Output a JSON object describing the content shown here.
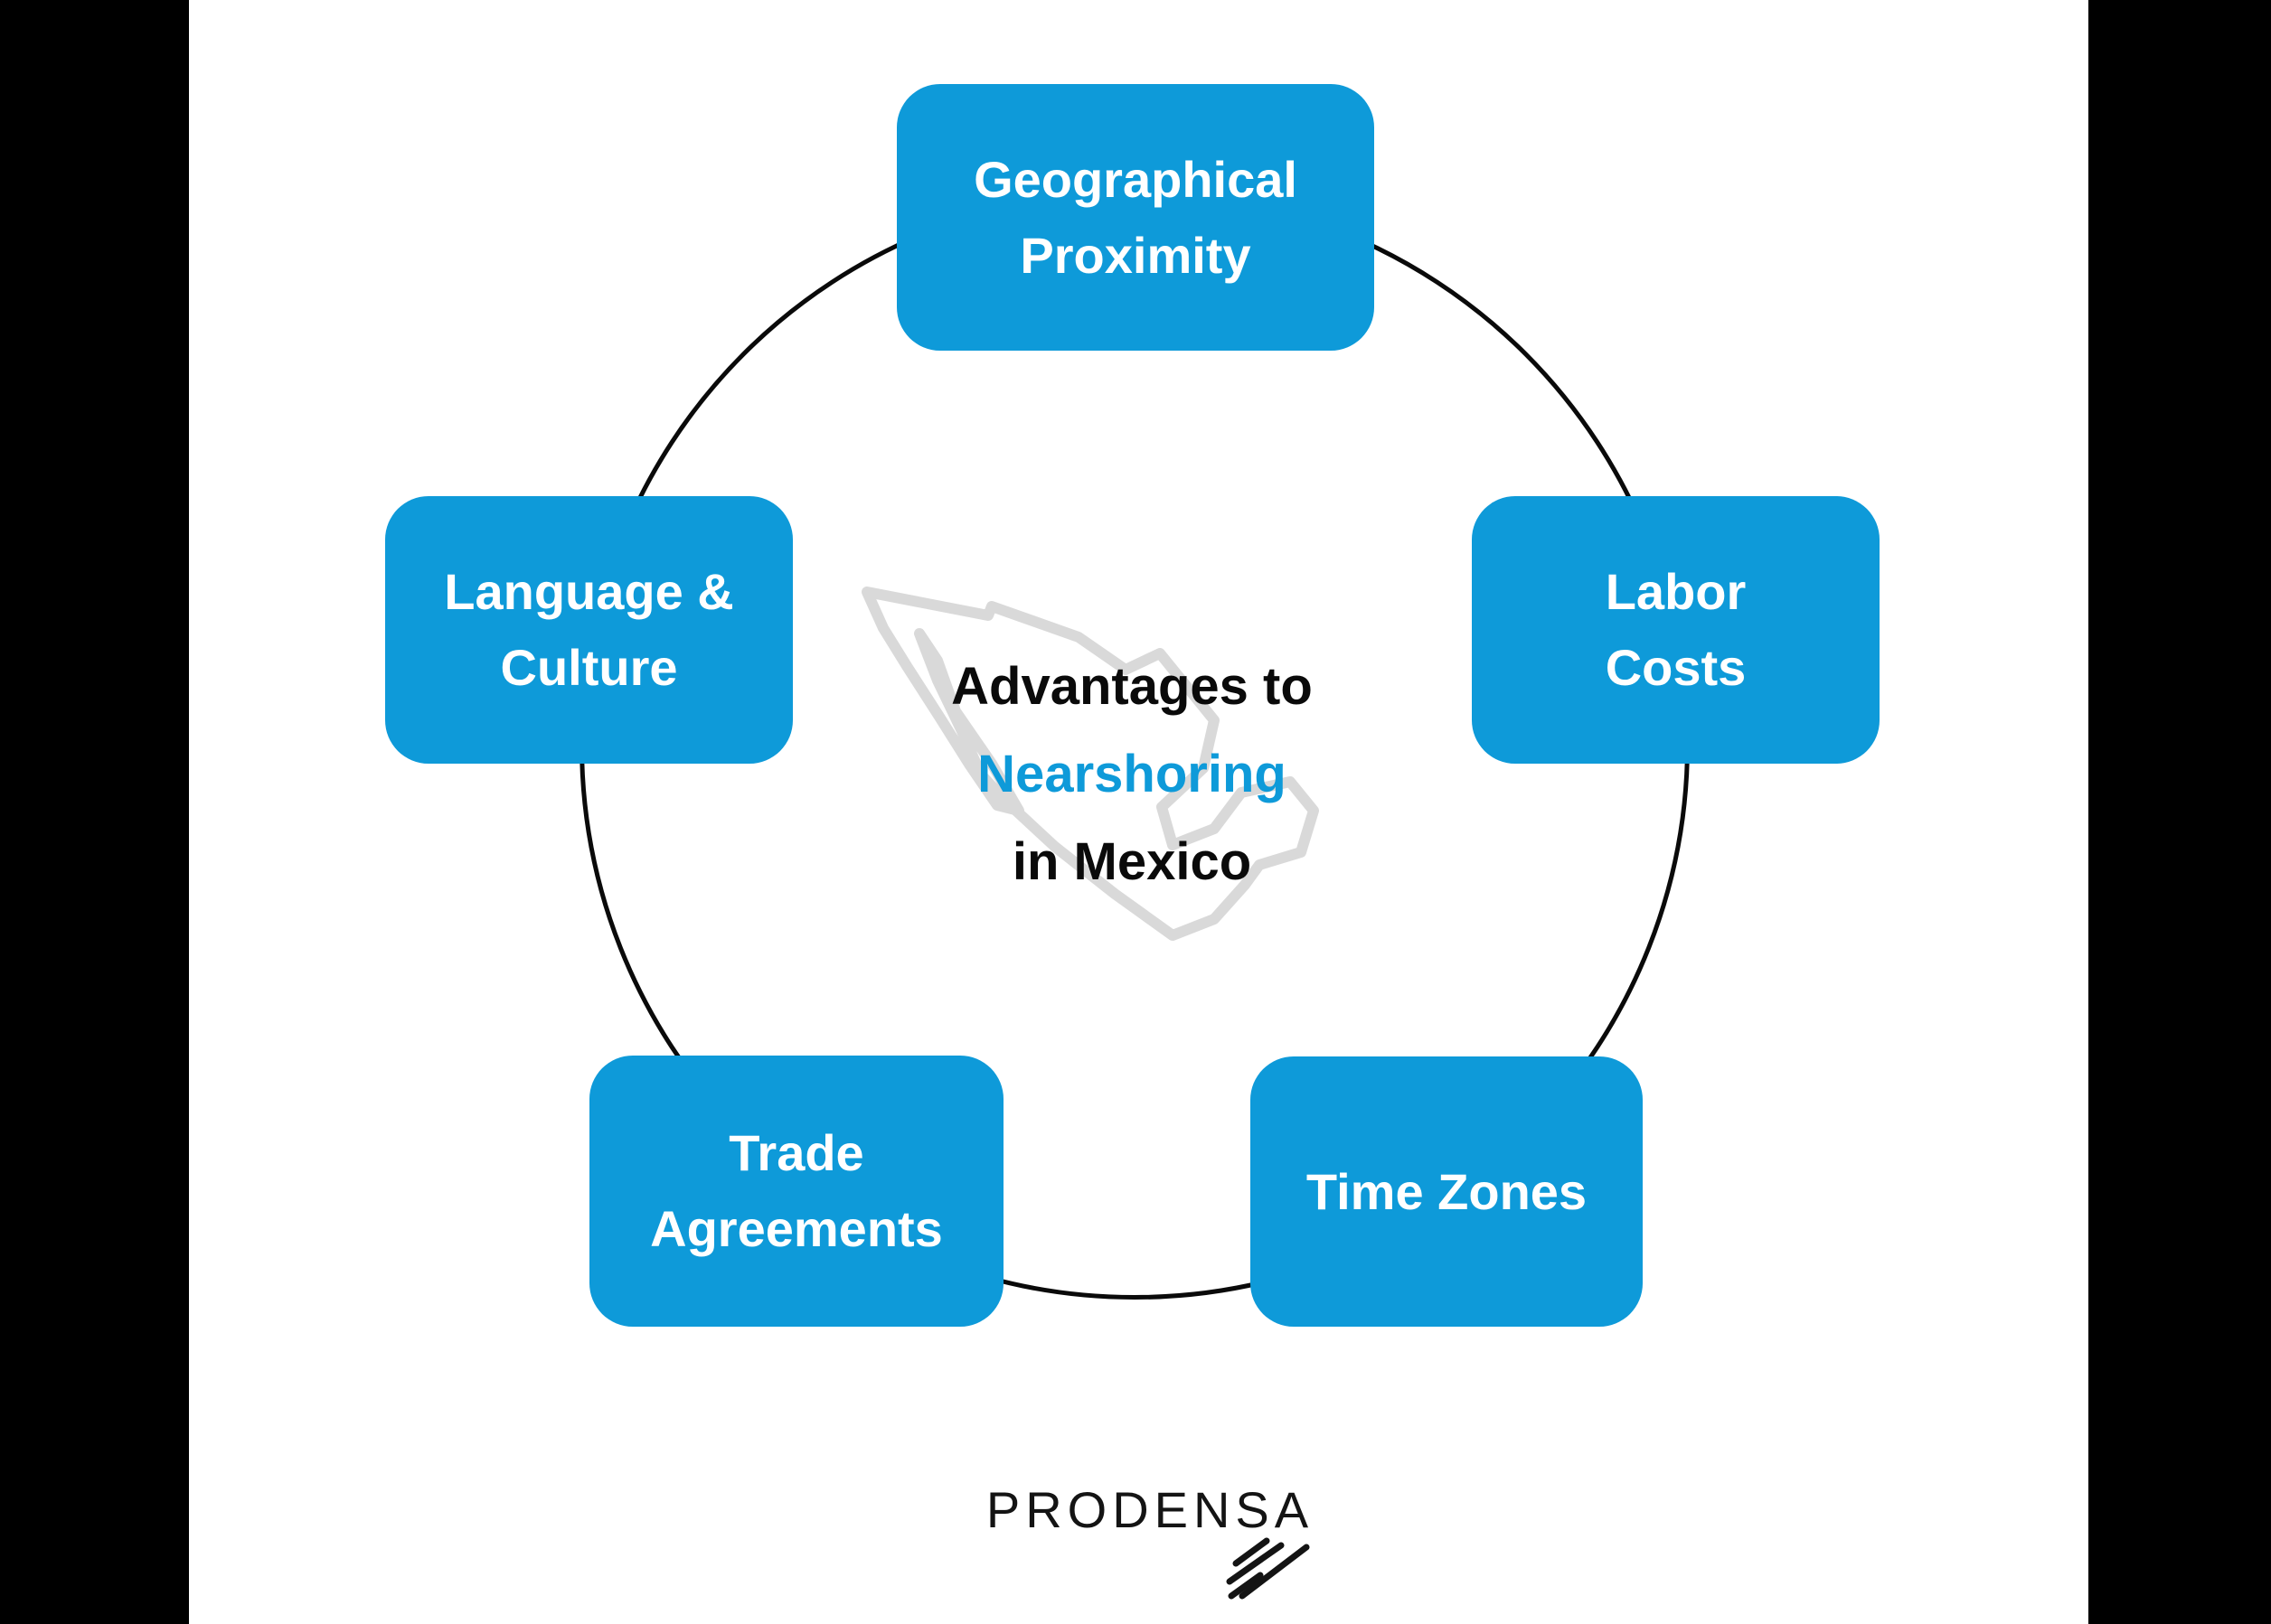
{
  "diagram": {
    "center": {
      "line1": "Advantages to",
      "line2": "Nearshoring",
      "line3": "in Mexico",
      "highlight_color": "#0e9ad9"
    },
    "nodes": [
      {
        "id": "geographical-proximity",
        "lines": [
          "Geographical",
          "Proximity"
        ]
      },
      {
        "id": "labor-costs",
        "lines": [
          "Labor",
          "Costs"
        ]
      },
      {
        "id": "language-culture",
        "lines": [
          "Language &",
          "Culture"
        ]
      },
      {
        "id": "trade-agreements",
        "lines": [
          "Trade",
          "Agreements"
        ]
      },
      {
        "id": "time-zones",
        "lines": [
          "Time Zones"
        ]
      }
    ],
    "colors": {
      "node_fill": "#0e9ad9",
      "node_text": "#ffffff",
      "circle_stroke": "#0a0a0a",
      "map_outline": "#d9d9d9",
      "background": "#ffffff",
      "letterbox": "#000000"
    }
  },
  "footer": {
    "brand": "PRODENSA",
    "logo_mark": "diagonal-hatch-lines"
  }
}
